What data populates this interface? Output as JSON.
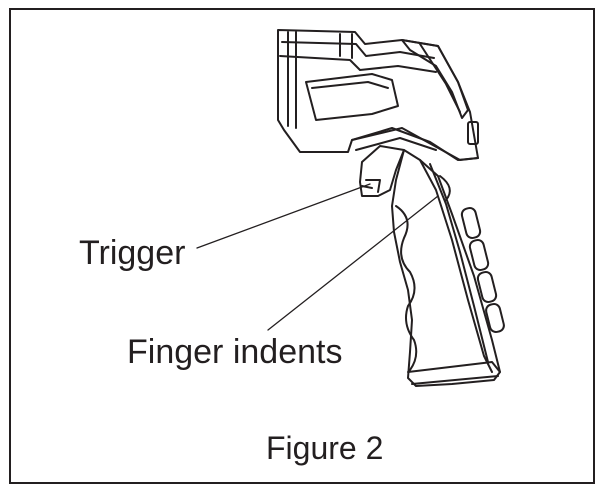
{
  "figure": {
    "caption": "Figure 2",
    "callouts": {
      "trigger": "Trigger",
      "finger_indents": "Finger indents"
    }
  },
  "illustration": {
    "subject": "infrared-thermometer-gun",
    "stroke_color": "#231f20",
    "background_color": "#ffffff"
  }
}
